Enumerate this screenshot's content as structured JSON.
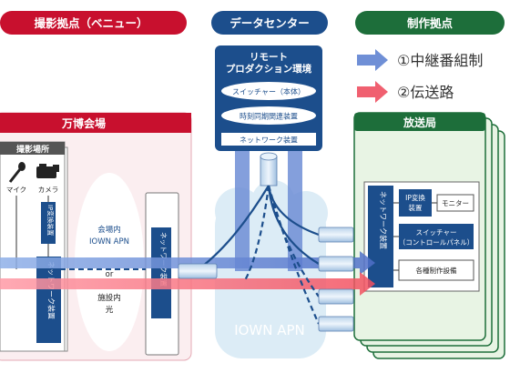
{
  "headers": {
    "venue": "撮影拠点（ベニュー）",
    "datacenter": "データセンター",
    "production": "制作拠点"
  },
  "legend": {
    "relay": "①中継番組制",
    "transmission": "②伝送路"
  },
  "remote": {
    "title_line1": "リモート",
    "title_line2": "プロダクション環境",
    "switcher": "スイッチャー（本体）",
    "sync": "時刻同期関連装置",
    "network": "ネットワーク装置"
  },
  "expo": {
    "title": "万博会場",
    "site": "撮影場所",
    "mic": "マイク",
    "camera": "カメラ",
    "ip_conv": "IP変換装置",
    "network": "ネットワーク装置",
    "apn_line1": "会場内",
    "apn_line2": "IOWN APN",
    "or": "or",
    "fiber_line1": "施設内",
    "fiber_line2": "光",
    "network2": "ネットワーク装置"
  },
  "cloud": {
    "label": "IOWN APN"
  },
  "broadcast": {
    "title": "放送局",
    "network": "ネットワーク装置",
    "ip_conv_line1": "IP変換",
    "ip_conv_line2": "装置",
    "monitor": "モニター",
    "switcher_line1": "スイッチャー",
    "switcher_line2": "（コントロールパネル）",
    "equipment": "各種制作設備"
  },
  "colors": {
    "red": "#c8102e",
    "dark_blue": "#1c4e8c",
    "green": "#1d6e3a",
    "blue_arrow": "#6f8fd6",
    "red_arrow": "#f06070",
    "cloud": "#dcecf6"
  }
}
